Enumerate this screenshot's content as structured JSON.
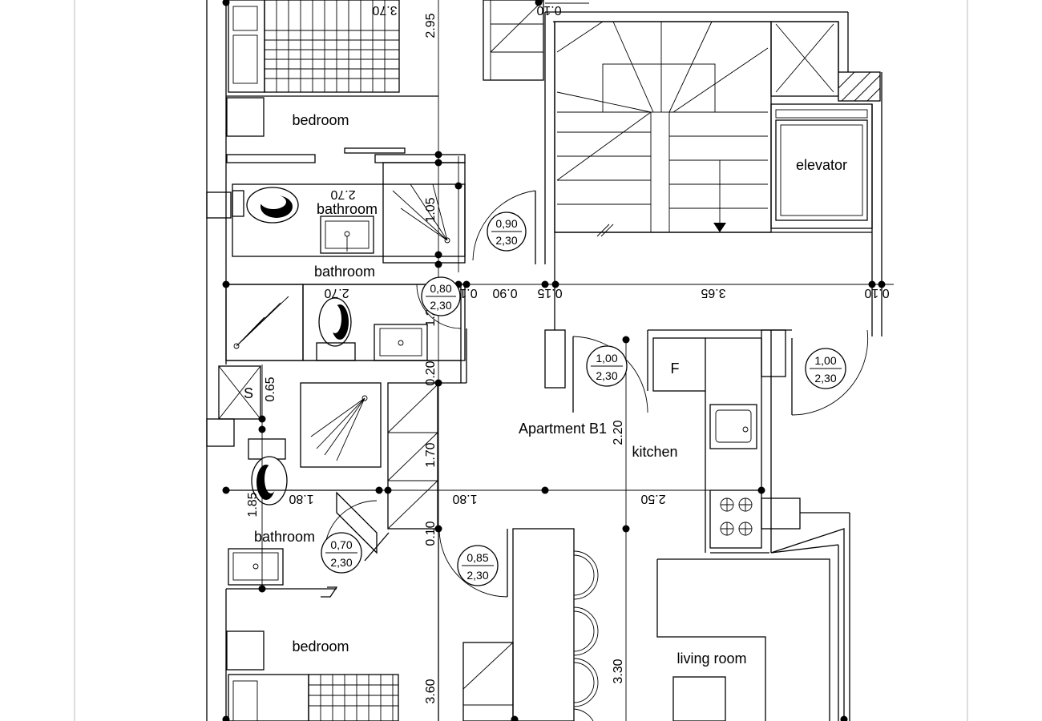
{
  "title": "Apartment B1",
  "rooms": {
    "bedroom_top": "bedroom",
    "bathroom_1": "bathroom",
    "bathroom_2": "bathroom",
    "bathroom_3": "bathroom",
    "elevator": "elevator",
    "kitchen": "kitchen",
    "bedroom_bottom": "bedroom",
    "living_room": "living room",
    "fridge": "F",
    "shaft": "S"
  },
  "dimensions": {
    "d_3_70": "3.70",
    "d_0_10_top": "0.10",
    "d_2_95": "2.95",
    "d_2_70_a": "2.70",
    "d_1_05": "1.05",
    "d_2_70_b": "2.70",
    "d_0_10_mid": "0.10",
    "d_0_90": "0.90",
    "d_0_15": "0.15",
    "d_3_65": "3.65",
    "d_0_10_r": "0.10",
    "d_1_20": "1.20",
    "d_0_20": "0.20",
    "d_0_65": "0.65",
    "d_1_70": "1.70",
    "d_2_20": "2.20",
    "d_1_80_a": "1.80",
    "d_1_80_b": "1.80",
    "d_2_50": "2.50",
    "d_1_85": "1.85",
    "d_0_10_low": "0.10",
    "d_3_30": "3.30",
    "d_3_60": "3.60"
  },
  "doors": [
    {
      "width": "0,90",
      "height": "2,30"
    },
    {
      "width": "0,80",
      "height": "2,30"
    },
    {
      "width": "1,00",
      "height": "2,30"
    },
    {
      "width": "1,00",
      "height": "2,30"
    },
    {
      "width": "0,70",
      "height": "2,30"
    },
    {
      "width": "0,85",
      "height": "2,30"
    }
  ]
}
